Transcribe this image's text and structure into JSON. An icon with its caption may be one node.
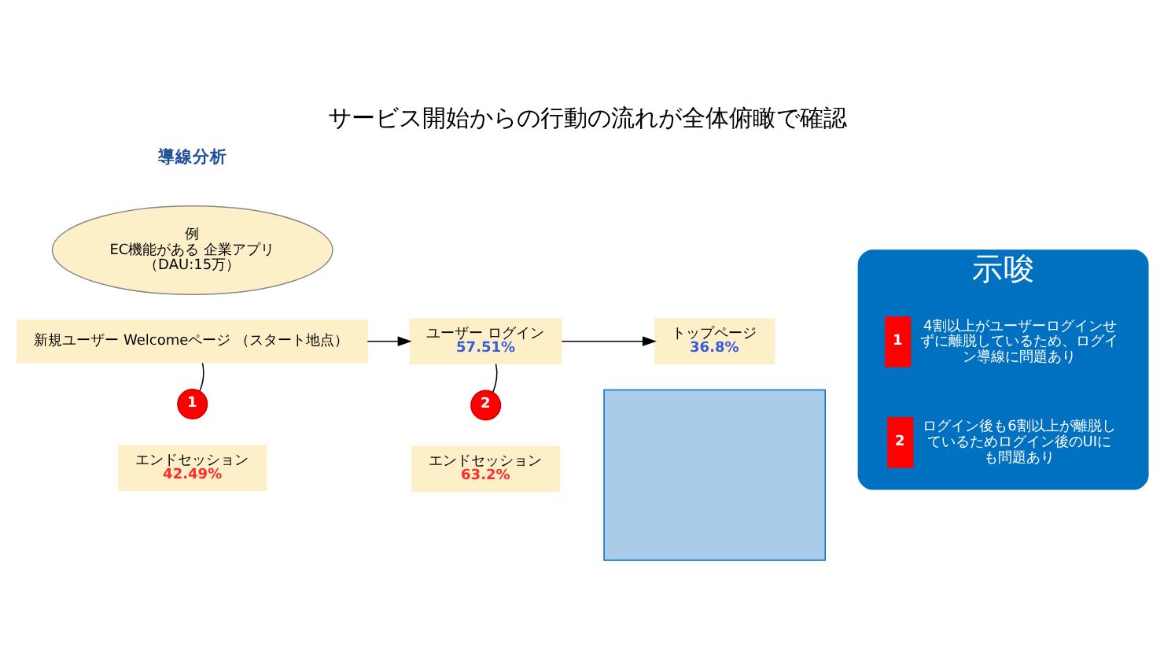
{
  "diagram": {
    "title": "サービス開始からの行動の流れが全体俯瞰で確認",
    "nodes": [
      {
        "text": [
          "例",
          "EC機能がある 企業アプリ",
          "（DAU:15万）"
        ]
      },
      {
        "text": [],
        "shape": "box"
      },
      {
        "text": [
          "新規ユーザー Welcomeページ （スタート地点）"
        ]
      },
      {
        "text": [
          "ユーザー ログイン",
          "57.51%"
        ]
      },
      {
        "text": [
          "トップページ",
          "36.8%"
        ]
      },
      {
        "text": [
          "2"
        ]
      },
      {
        "text": [
          "エンドセッション",
          "63.2%"
        ]
      },
      {
        "text": [
          "1"
        ]
      },
      {
        "text": [
          "エンドセッション",
          "42.49%"
        ]
      },
      {
        "text": [
          "示唆"
        ]
      },
      {
        "text": [
          "1"
        ],
        "in": 9,
        "beside": [
          "4割以上がユーザーログインせずに離脱しているため、ログイン導線に問題あり"
        ]
      },
      {
        "text": [
          "2"
        ],
        "in": 9,
        "beside": [
          "ログイン後も6割以上が離脱しているためログイン後のUIにも問題あり"
        ]
      }
    ],
    "edges": [
      {
        "from": 2,
        "to": 3,
        "arrow": "to"
      },
      {
        "from": 3,
        "to": 4,
        "arrow": "to"
      },
      {
        "from": 2,
        "to": 7,
        "arrow": "none"
      },
      {
        "from": 3,
        "to": 5,
        "arrow": "none"
      }
    ],
    "labels": [
      "導線分析"
    ]
  }
}
